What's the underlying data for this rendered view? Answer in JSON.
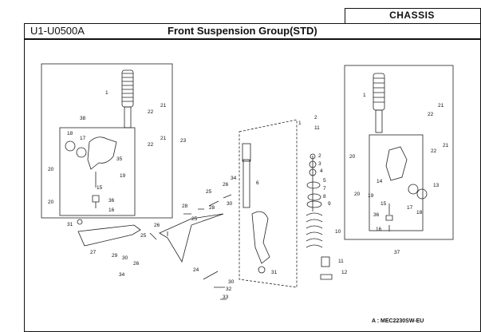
{
  "header": {
    "section_label": "CHASSIS",
    "group_code": "U1-U0500A",
    "group_title": "Front Suspension Group(STD)"
  },
  "footer": {
    "reference": "A : MEC2230SW-EU"
  },
  "callouts": {
    "left_assembly": [
      "1",
      "22",
      "21",
      "38",
      "17",
      "18",
      "35",
      "20",
      "19",
      "15",
      "36",
      "16",
      "20",
      "22",
      "21",
      "23"
    ],
    "lower_arms": [
      "31",
      "27",
      "26",
      "25",
      "29",
      "30",
      "34",
      "28",
      "25",
      "24",
      "26",
      "34",
      "30",
      "33",
      "32",
      "30",
      "25"
    ],
    "strut": [
      "1",
      "2",
      "11",
      "6",
      "31",
      "2",
      "3",
      "4",
      "5",
      "7",
      "8",
      "9",
      "10",
      "11",
      "12"
    ],
    "right_assembly": [
      "1",
      "22",
      "21",
      "22",
      "21",
      "20",
      "20",
      "19",
      "14",
      "13",
      "15",
      "17",
      "18",
      "36",
      "16",
      "37"
    ]
  }
}
